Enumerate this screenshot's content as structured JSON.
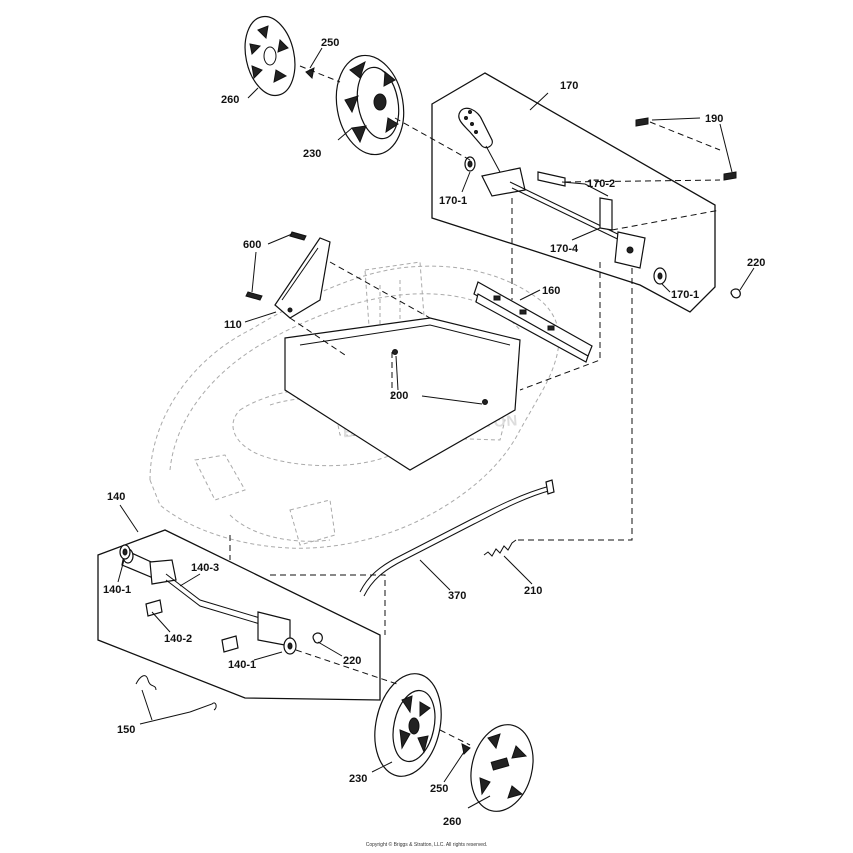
{
  "watermark": "BRIGGS & STRATTON",
  "copyright": "Copyright © Briggs & Stratton, LLC. All rights reserved.",
  "callouts": {
    "c250_top": "250",
    "c260_top": "260",
    "c230_top": "230",
    "c170": "170",
    "c190": "190",
    "c170_1_a": "170-1",
    "c170_2": "170-2",
    "c170_4": "170-4",
    "c220_right": "220",
    "c170_1_b": "170-1",
    "c600": "600",
    "c110": "110",
    "c160": "160",
    "c200": "200",
    "c140": "140",
    "c140_1_a": "140-1",
    "c140_3": "140-3",
    "c140_2": "140-2",
    "c140_1_b": "140-1",
    "c220_left": "220",
    "c370": "370",
    "c210": "210",
    "c150": "150",
    "c230_bottom": "230",
    "c250_bottom": "250",
    "c260_bottom": "260"
  }
}
